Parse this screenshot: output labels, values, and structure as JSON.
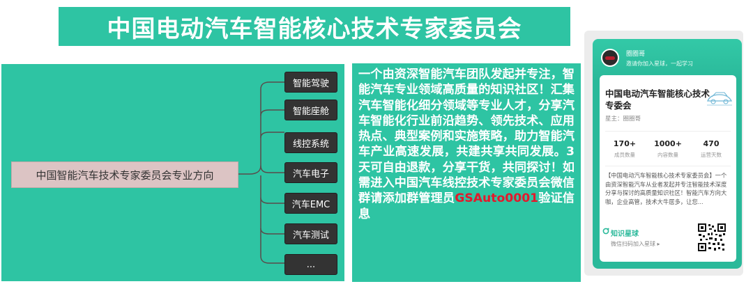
{
  "title": "中国电动汽车智能核心技术专家委员会",
  "mindmap": {
    "root": "中国智能汽车技术专家委员会专业方向",
    "branches": [
      "智能驾驶",
      "智能座舱",
      "线控系统",
      "汽车电子",
      "汽车EMC",
      "汽车测试",
      "..."
    ]
  },
  "description": {
    "text": "一个由资深智能汽车团队发起并专注，智能汽车专业领域高质量的知识社区！汇集汽车智能化细分领域等专业人才，分享汽车智能化行业前沿趋势、领先技术、应用热点、典型案例和实施策略，助力智能汽车产业高速发展，共建共享共同发展。3天可自由退款，分享干货，共同探讨！如需进入中国汽车线控技术专家委员会微信群请添加群管理员",
    "highlight": "GSAuto0001",
    "suffix": "验证信息"
  },
  "card": {
    "user_name": "圈圈哥",
    "user_invite": "邀请你加入星球，一起学习",
    "group_title": "中国电动汽车智能核心技术专委会",
    "owner": "星主：圈圈哥",
    "stats": [
      {
        "value": "170+",
        "label": "成员数量"
      },
      {
        "value": "1000+",
        "label": "内容数量"
      },
      {
        "value": "470",
        "label": "运营天数"
      }
    ],
    "intro": "【中国电动汽车智能核心技术专家委员会】一个由资深智能汽车从业者发起并专注智能技术深度分享与探讨的高质量知识社区！智能汽车方向大咖，企业高管，技术大牛居多，让您...",
    "planet_label": "知识星球",
    "scan_hint": "微信扫码加入星球 ▸"
  },
  "colors": {
    "teal": "#2ec4a3",
    "branch_bg": "#333333",
    "root_bg": "#dcc4c4",
    "highlight_red": "#e3192c"
  }
}
